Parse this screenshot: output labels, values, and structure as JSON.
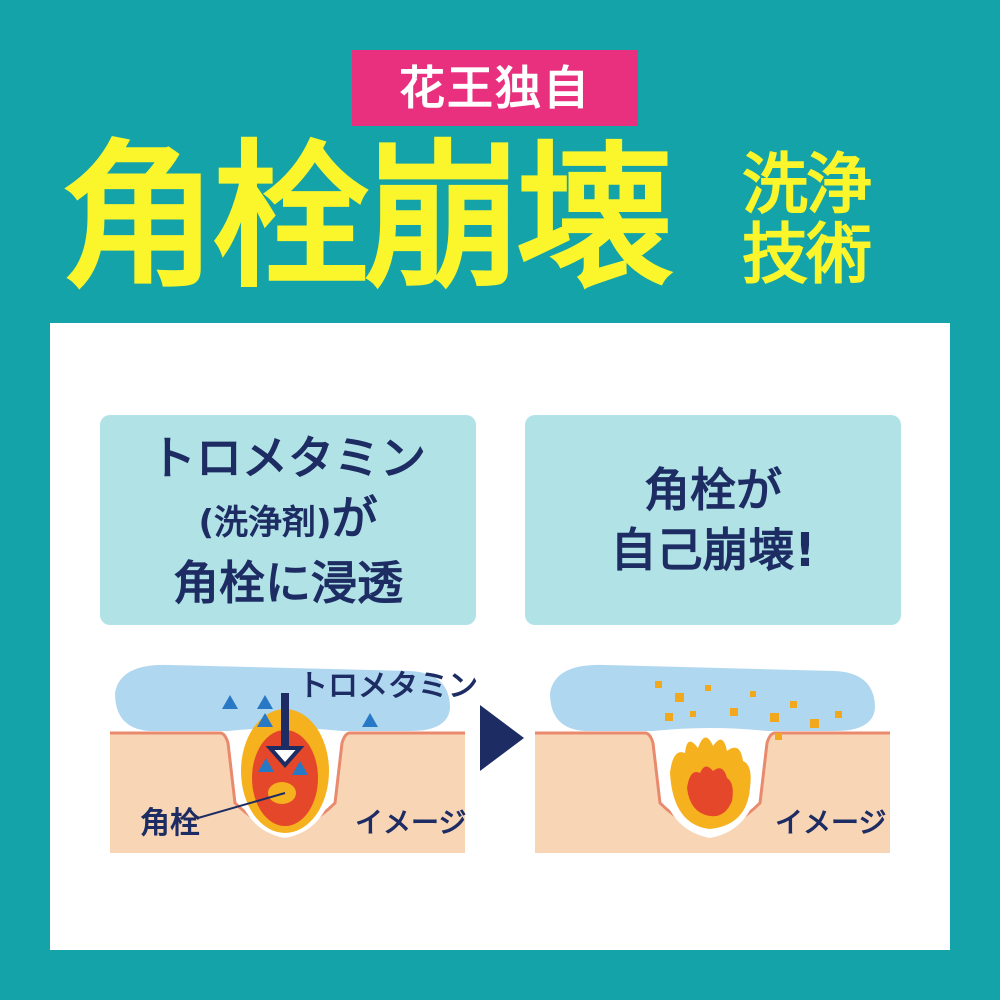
{
  "badge": "花王独自",
  "headline": "角栓崩壊",
  "subline": [
    "洗浄",
    "技術"
  ],
  "left_box": {
    "line1": "トロメタミン",
    "line2_paren": "(洗浄剤)",
    "line2_rest": "が",
    "line3": "角栓に浸透"
  },
  "right_box": {
    "line1": "角栓が",
    "line2": "自己崩壊!"
  },
  "left_illustration": {
    "agent_label": "トロメタミン",
    "plug_label": "角栓",
    "image_label": "イメージ"
  },
  "right_illustration": {
    "image_label": "イメージ"
  },
  "colors": {
    "background": "#14a3a8",
    "badge": "#e8307f",
    "headline": "#fbf52b",
    "text_navy": "#1d2d63",
    "box": "#b1e3e6",
    "skin": "#f8d6b5",
    "skin_edge": "#e98a6e",
    "gel": "#a7d3ee"
  }
}
